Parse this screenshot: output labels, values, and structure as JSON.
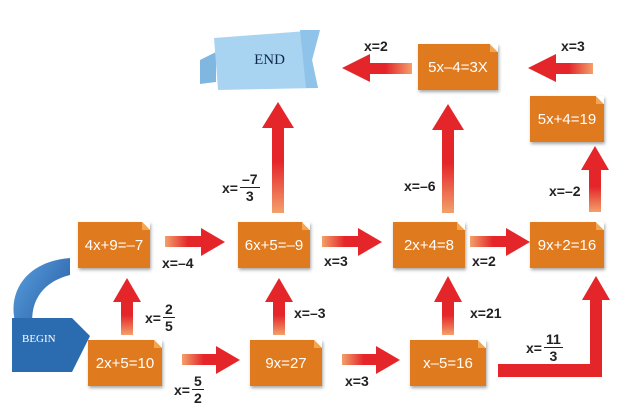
{
  "end_label": "END",
  "begin_label": "BEGIN",
  "equations": {
    "e1": "2x+5=10",
    "e2": "9x=27",
    "e3": "x–5=16",
    "e4": "4x+9=–7",
    "e5": "6x+5=–9",
    "e6": "2x+4=8",
    "e7": "9x+2=16",
    "e8": "5x+4=19",
    "e9": "5x–4=3X"
  },
  "labels": {
    "l1": {
      "prefix": "x=",
      "num": "2",
      "den": "5"
    },
    "l2": {
      "prefix": "x=",
      "num": "5",
      "den": "2"
    },
    "l3": "x=–3",
    "l4": "x=3",
    "l5": "x=21",
    "l6": {
      "prefix": "x=",
      "num": "11",
      "den": "3"
    },
    "l7": "x=–4",
    "l8": "x=3",
    "l9": "x=2",
    "l10": {
      "prefix": "x=",
      "num": "–7",
      "den": "3"
    },
    "l11": "x=–6",
    "l12": "x=–2",
    "l13": "x=3",
    "l14": "x=2"
  },
  "colors": {
    "box": "#E07A1E",
    "arrow": "#E3262B",
    "end": "#A9D4F1",
    "begin": "#2B6CB0"
  }
}
